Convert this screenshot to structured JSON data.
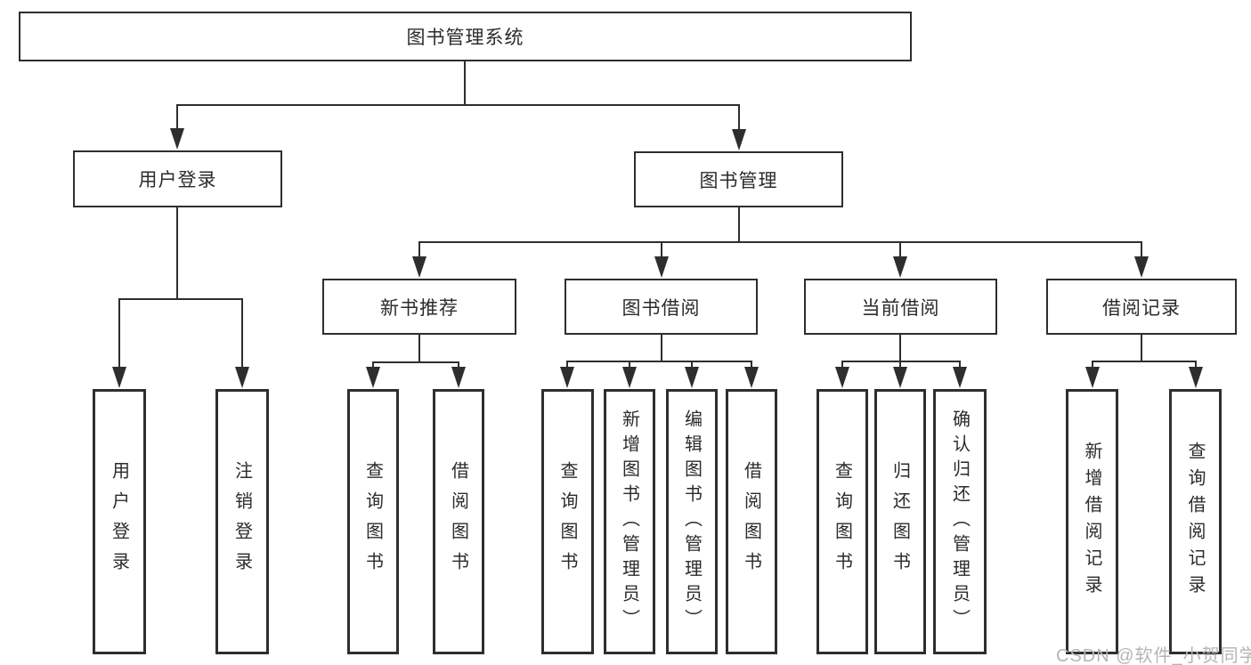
{
  "diagram": {
    "tree": {
      "label": "图书管理系统",
      "children": [
        {
          "label": "用户登录",
          "children": [
            {
              "label": "用户登录"
            },
            {
              "label": "注销登录"
            }
          ]
        },
        {
          "label": "图书管理",
          "children": [
            {
              "label": "新书推荐",
              "children": [
                {
                  "label": "查询图书"
                },
                {
                  "label": "借阅图书"
                }
              ]
            },
            {
              "label": "图书借阅",
              "children": [
                {
                  "label": "查询图书"
                },
                {
                  "label": "新增图书（管理员）"
                },
                {
                  "label": "编辑图书（管理员）"
                },
                {
                  "label": "借阅图书"
                }
              ]
            },
            {
              "label": "当前借阅",
              "children": [
                {
                  "label": "查询图书"
                },
                {
                  "label": "归还图书"
                },
                {
                  "label": "确认归还（管理员）"
                }
              ]
            },
            {
              "label": "借阅记录",
              "children": [
                {
                  "label": "新增借阅记录"
                },
                {
                  "label": "查询借阅记录"
                }
              ]
            }
          ]
        }
      ]
    },
    "watermark": "CSDN @软件_小贺同学",
    "colors": {
      "border": "#2e2e2e",
      "line": "#2e2e2e",
      "text": "#2b2b2b",
      "background": "#ffffff",
      "watermark": "#b5b5b5"
    }
  }
}
